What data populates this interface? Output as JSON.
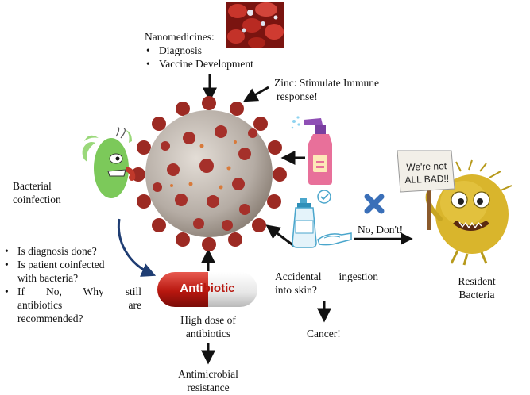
{
  "nanomedicines": {
    "title": "Nanomedicines:",
    "items": [
      "Diagnosis",
      "Vaccine Development"
    ]
  },
  "zinc": {
    "line1": "Zinc: Stimulate Immune",
    "line2": "response!"
  },
  "bacterial": {
    "line1": "Bacterial",
    "line2": "coinfection"
  },
  "questions": [
    {
      "lines": [
        "Is diagnosis done?"
      ]
    },
    {
      "lines": [
        "Is patient coinfected",
        "with bacteria?"
      ]
    },
    {
      "lines": [
        "If No, Why still",
        "antibiotics are",
        "recommended?"
      ]
    }
  ],
  "pill": {
    "part1": "Anti",
    "part2": "biotic"
  },
  "antibiotics": {
    "line1": "High dose of",
    "line2": "antibiotics"
  },
  "amr": {
    "line1": "Antimicrobial",
    "line2": "resistance"
  },
  "ingestion": {
    "line1": "Accidental ingestion",
    "line2": "into skin?"
  },
  "cancer": "Cancer!",
  "dont": "No, Don't!",
  "sign": {
    "line1": "We're not",
    "line2": "ALL BAD!!"
  },
  "resident": {
    "line1": "Resident",
    "line2": "Bacteria"
  },
  "colors": {
    "virus_core": "#b9b2ab",
    "spike": "#9c2a23",
    "spray_bottle": "#e8709a",
    "cross": "#3a6fb8",
    "bacterium": "#d9b52c",
    "germ": "#7cc95a"
  }
}
